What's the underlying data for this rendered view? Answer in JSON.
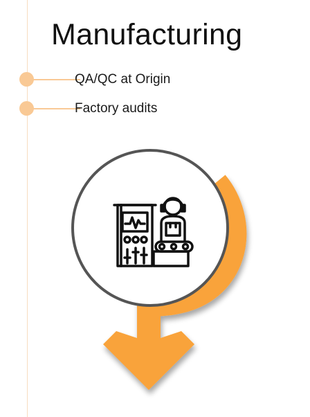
{
  "title": "Manufacturing",
  "bullets": [
    {
      "label": "QA/QC at Origin"
    },
    {
      "label": "Factory audits"
    }
  ],
  "colors": {
    "accent": "#f9a33a",
    "bullet": "#f9c995",
    "timeline": "#f7dcc0",
    "ring": "#555555",
    "icon": "#111111"
  },
  "icons": [
    "factory-worker-icon",
    "down-arrow-icon"
  ]
}
